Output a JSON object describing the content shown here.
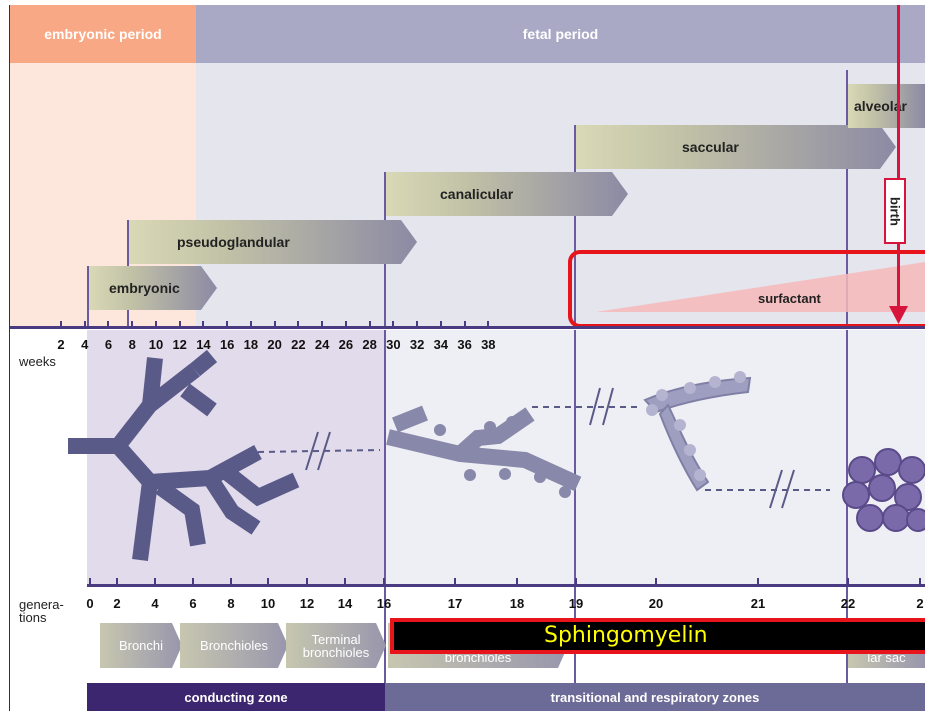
{
  "periods": {
    "embryonic": "embryonic period",
    "fetal": "fetal period"
  },
  "stages": {
    "embryonic": "embryonic",
    "pseudoglandular": "pseudoglandular",
    "canalicular": "canalicular",
    "saccular": "saccular",
    "alveolar": "alveolar"
  },
  "surfactant_label": "surfactant",
  "birth_label": "birth",
  "weeks_label": "weeks",
  "weeks_ticks": [
    "2",
    "4",
    "6",
    "8",
    "10",
    "12",
    "14",
    "16",
    "18",
    "20",
    "22",
    "24",
    "26",
    "28",
    "30",
    "32",
    "34",
    "36",
    "38"
  ],
  "generations_label": "genera-\ntions",
  "generation_ticks": [
    "0",
    "2",
    "4",
    "6",
    "8",
    "10",
    "12",
    "14",
    "16",
    "17",
    "18",
    "19",
    "20",
    "21",
    "22",
    "2"
  ],
  "airways": {
    "bronchi": "Bronchi",
    "bronchioles": "Bronchioles",
    "terminal": "Terminal bronchioles",
    "resp_partial": "bronchioles",
    "sac_partial": "lar sac"
  },
  "sphingomyelin": "Sphingomyelin",
  "zones": {
    "conducting": "conducting zone",
    "transitional": "transitional and respiratory zones"
  },
  "colors": {
    "embryonic_band": "#f8a884",
    "fetal_band": "#a9a8c5",
    "highlight": "#e8141c",
    "axis": "#4a3a82",
    "birth_line": "#d6143c"
  }
}
